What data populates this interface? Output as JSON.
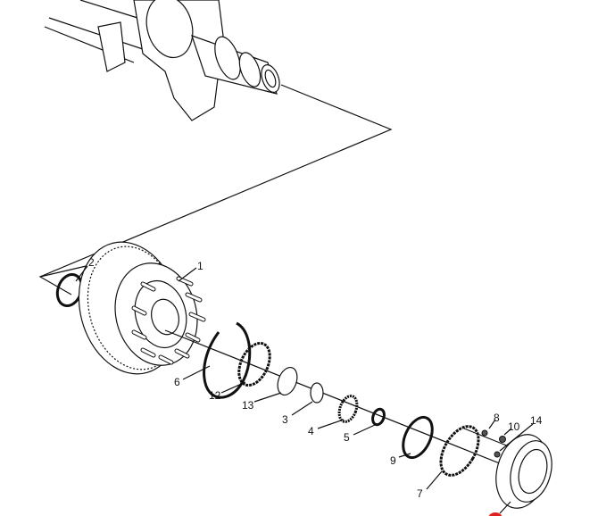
{
  "diagram": {
    "title": "Front hub and rotor assembly exploded view",
    "callouts": [
      "1",
      "2",
      "3",
      "4",
      "5",
      "6",
      "7",
      "8",
      "9",
      "10",
      "12",
      "13",
      "14"
    ],
    "marker_color": "#e02020"
  }
}
